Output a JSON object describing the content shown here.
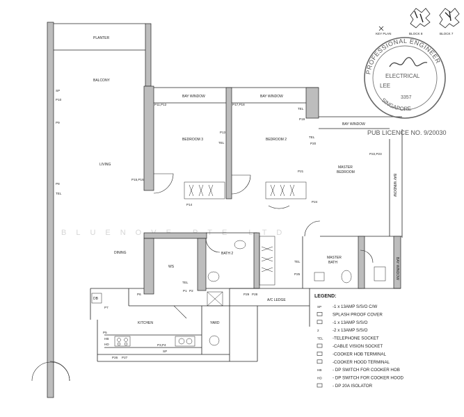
{
  "rooms": {
    "planter": "PLANTER",
    "balcony": "BALCONY",
    "living": "LIVING",
    "dining": "DINING",
    "bedroom3": "BEDROOM 3",
    "bedroom2": "BEDROOM 2",
    "master_bedroom_1": "MASTER",
    "master_bedroom_2": "BEDROOM",
    "master_bath_1": "MASTER",
    "master_bath_2": "BATH",
    "bath2": "BATH 2",
    "ws": "WS",
    "kitchen": "KITCHEN",
    "yard": "YARD",
    "db": "DB",
    "ac_ledge": "A/C LEDGE",
    "bay_window": "BAY WINDOW"
  },
  "points": {
    "p1": "P1",
    "p2": "P2",
    "p3p4": "P3,P4",
    "p5": "P5",
    "p6": "P6",
    "p7": "P7",
    "p8": "P8",
    "p9": "P9",
    "p10": "P10",
    "p11p12": "P11,P12",
    "p13": "P13",
    "p14": "P14",
    "p15p16": "P15,P16",
    "p17p18": "P17,P18",
    "p19": "P19",
    "p20": "P20",
    "p21": "P21",
    "p22p23": "P22,P23",
    "p24": "P24",
    "p25": "P25",
    "p26": "P26",
    "p27": "P27",
    "p28": "P28",
    "p29": "P29",
    "sp": "SP",
    "tel": "TEL",
    "hb": "HB",
    "hd": "HD"
  },
  "legend": {
    "title": "LEGEND:",
    "items": [
      {
        "sym": "SP",
        "text": "-1 x 13AMP S/S/O C/W"
      },
      {
        "sym": "",
        "text": "SPLASH PROOF COVER"
      },
      {
        "sym": "",
        "text": "-1 x 13AMP S/S/O"
      },
      {
        "sym": "2",
        "text": "-2 x 13AMP S/S/O"
      },
      {
        "sym": "TEL",
        "text": "-TELEPHONE SOCKET"
      },
      {
        "sym": "",
        "text": "-CABLE VISION SOCKET"
      },
      {
        "sym": "",
        "text": "-COOKER HOB TERMINAL"
      },
      {
        "sym": "",
        "text": "-COOKER HOOD TERMINAL"
      },
      {
        "sym": "HB",
        "text": "- DP SWITCH FOR COOKER HOB"
      },
      {
        "sym": "HD",
        "text": "- DP SWITCH FOR COOKER HOOD"
      },
      {
        "sym": "",
        "text": "- DP 20A ISOLATOR"
      }
    ]
  },
  "key_plan": {
    "label": "KEY PLAN",
    "block_a": "BLOCK 8",
    "block_b": "BLOCK 7"
  },
  "stamp": {
    "arc_text": "PROFESSIONAL ENGINEER",
    "line1": "ELECTRICAL",
    "line2": "LEE",
    "number": "3357",
    "bottom": "SINGAPORE",
    "pub_licence": "PUB LICENCE NO. 9/20030"
  },
  "watermark": "BLUENOVE PTE LTD"
}
